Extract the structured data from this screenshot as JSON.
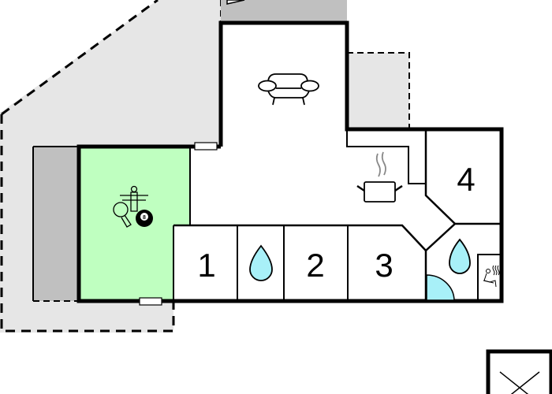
{
  "plan": {
    "colors": {
      "outdoor_terrace": "#e6e6e6",
      "carport": "#c0c0c0",
      "activity_room": "#bfffc0",
      "water": "#a8f0f8",
      "wall": "#000000",
      "interior": "#ffffff"
    },
    "rooms": [
      {
        "id": "bedroom-1",
        "label": "1"
      },
      {
        "id": "bedroom-2",
        "label": "2"
      },
      {
        "id": "bedroom-3",
        "label": "3"
      },
      {
        "id": "bedroom-4",
        "label": "4"
      }
    ],
    "icons": [
      {
        "name": "sofa-icon",
        "room": "living-room"
      },
      {
        "name": "cooking-pot-icon",
        "room": "kitchen"
      },
      {
        "name": "table-football-icon",
        "room": "activity-room"
      },
      {
        "name": "table-tennis-icon",
        "room": "activity-room"
      },
      {
        "name": "billiard-ball-icon",
        "room": "activity-room",
        "text": "8"
      },
      {
        "name": "bathroom-drop-icon",
        "room": "bathroom-1"
      },
      {
        "name": "bathroom-drop-icon",
        "room": "bathroom-2"
      },
      {
        "name": "shower-quarter-icon",
        "room": "bathroom-2"
      },
      {
        "name": "sauna-icon",
        "room": "sauna"
      },
      {
        "name": "closed-box-icon",
        "room": "outside"
      }
    ]
  }
}
